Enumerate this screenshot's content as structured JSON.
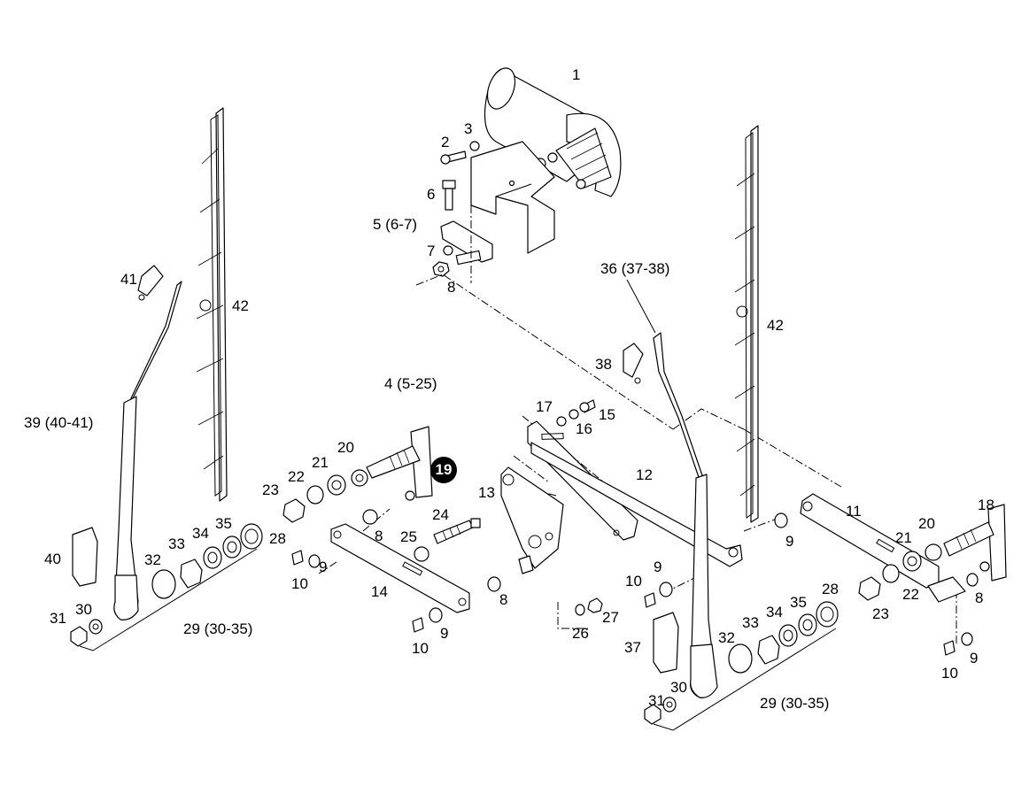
{
  "labels": {
    "l1": "1",
    "l2": "2",
    "l3": "3",
    "l4": "4 (5-25)",
    "l5": "5 (6-7)",
    "l6": "6",
    "l7": "7",
    "l8": "8",
    "l9": "9",
    "l10": "10",
    "l11": "11",
    "l12": "12",
    "l13": "13",
    "l14": "14",
    "l15": "15",
    "l16": "16",
    "l17": "17",
    "l18": "18",
    "l19": "19",
    "l20": "20",
    "l21": "21",
    "l22": "22",
    "l23": "23",
    "l24": "24",
    "l25": "25",
    "l26": "26",
    "l27": "27",
    "l28": "28",
    "l29": "29 (30-35)",
    "l30": "30",
    "l31": "31",
    "l32": "32",
    "l33": "33",
    "l34": "34",
    "l35": "35",
    "l36": "36 (37-38)",
    "l37": "37",
    "l38": "38",
    "l39": "39 (40-41)",
    "l40": "40",
    "l41": "41",
    "l42": "42"
  },
  "highlight": {
    "part": "19",
    "color": "#000000"
  }
}
